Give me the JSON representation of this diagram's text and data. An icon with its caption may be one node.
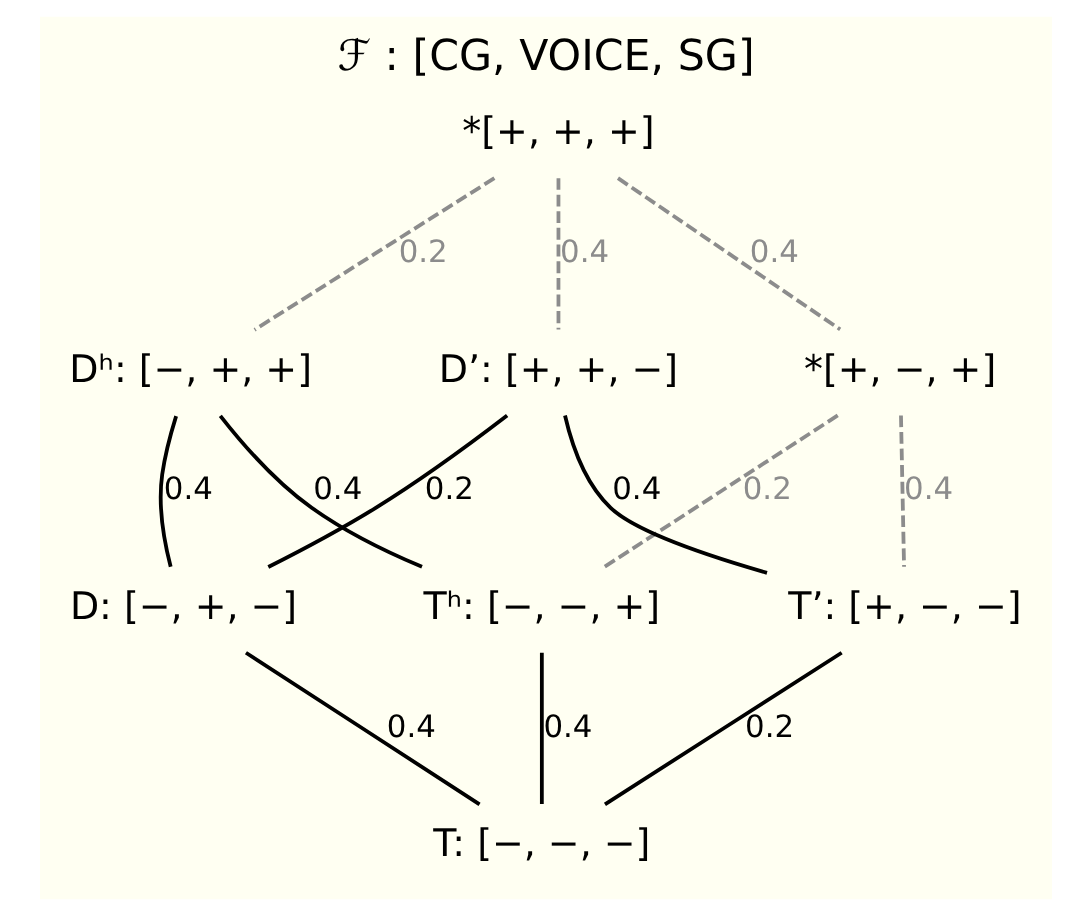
{
  "diagram": {
    "title": "ℱ : [CG, VOICE, SG]",
    "nodes": [
      {
        "text": [
          "*[+, +, +]"
        ]
      },
      {
        "text": [
          "Dʰ: [−, +, +]"
        ]
      },
      {
        "text": [
          "*[+, −, +]"
        ]
      },
      {
        "text": [
          "D’: [+, +, −]"
        ]
      },
      {
        "text": [
          "Tʰ: [−, −, +]"
        ]
      },
      {
        "text": [
          "D: [−, +, −]"
        ]
      },
      {
        "text": [
          "T’: [+, −, −]"
        ]
      },
      {
        "text": [
          "T: [−, −, −]"
        ]
      }
    ],
    "edges": [
      {
        "from": 0,
        "to": 1,
        "arrow": "none",
        "label": "0.2",
        "style": "dashed",
        "color": "#8c8c8c"
      },
      {
        "from": 0,
        "to": 2,
        "arrow": "none",
        "label": "0.4",
        "style": "dashed",
        "color": "#8c8c8c"
      },
      {
        "from": 0,
        "to": 3,
        "arrow": "none",
        "label": "0.4",
        "style": "dashed",
        "color": "#8c8c8c"
      },
      {
        "from": 1,
        "to": 4,
        "arrow": "none",
        "label": "0.4"
      },
      {
        "from": 1,
        "to": 5,
        "arrow": "none",
        "label": "0.4"
      },
      {
        "from": 3,
        "to": 5,
        "arrow": "none",
        "label": "0.2"
      },
      {
        "from": 3,
        "to": 6,
        "arrow": "none",
        "label": "0.4"
      },
      {
        "from": 2,
        "to": 4,
        "arrow": "none",
        "label": "0.2",
        "style": "dashed",
        "color": "#8c8c8c"
      },
      {
        "from": 2,
        "to": 6,
        "arrow": "none",
        "label": "0.4",
        "style": "dashed",
        "color": "#8c8c8c"
      },
      {
        "from": 4,
        "to": 7,
        "arrow": "none",
        "label": "0.4"
      },
      {
        "from": 5,
        "to": 7,
        "arrow": "none",
        "label": "0.4"
      },
      {
        "from": 6,
        "to": 7,
        "arrow": "none",
        "label": "0.2"
      }
    ]
  }
}
